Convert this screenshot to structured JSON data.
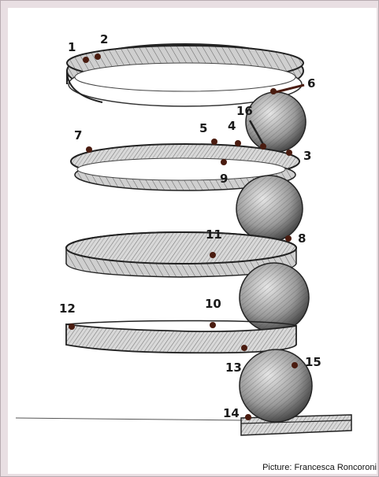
{
  "labels": [
    "1",
    "2",
    "3",
    "4",
    "5",
    "6",
    "7",
    "8",
    "9",
    "10",
    "11",
    "12",
    "13",
    "14",
    "15",
    "16"
  ],
  "credit": "Picture: Francesca Roncoroni",
  "colors": {
    "band_fill": "#d6d6d6",
    "band_dark": "#3a3a3a",
    "ball_fill": "#bdbdbd",
    "dot": "#4a1c10",
    "background": "#ffffff",
    "frame": "#e9dfe3"
  }
}
